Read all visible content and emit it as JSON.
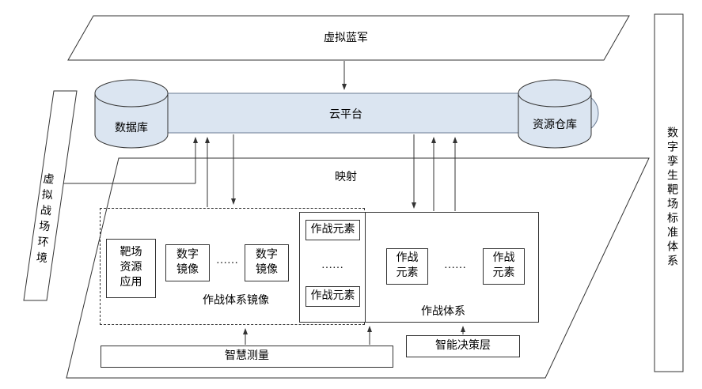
{
  "colors": {
    "cloud_fill": "#dbe5f1",
    "cylinder_fill": "#dbe5f1",
    "line": "#333333"
  },
  "labels": {
    "virtual_blue_army": "虚拟蓝军",
    "cloud_platform": "云平台",
    "database": "数据库",
    "resource_repository": "资源仓库",
    "virtual_battlefield_environment": "虚拟战场环境",
    "digital_twin_standard_system": "数字孪生靶场标准体系",
    "mapping": "映射",
    "range_resource_application": "靶场资源应用",
    "digital_mirror_left": "数字镜像",
    "digital_mirror_ellipsis": "……",
    "digital_mirror_right": "数字镜像",
    "combat_system_mirror": "作战体系镜像",
    "combat_element_column_top": "作战元素",
    "combat_element_column_ellipsis": "……",
    "combat_element_column_bottom": "作战元素",
    "combat_element_left": "作战元素",
    "combat_element_ellipsis": "……",
    "combat_element_right": "作战元素",
    "combat_system": "作战体系",
    "smart_measurement": "智慧测量",
    "intelligent_decision_layer": "智能决策层"
  }
}
